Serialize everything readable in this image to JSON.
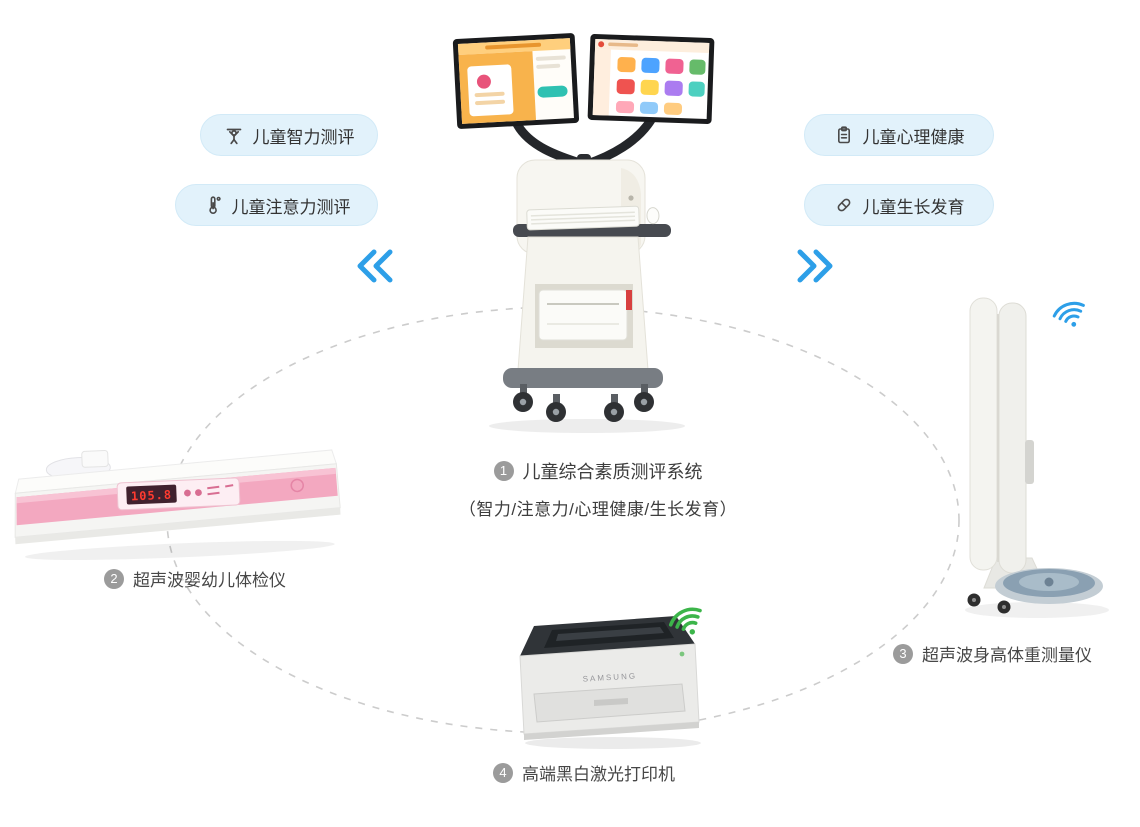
{
  "diagram": {
    "feature_pills": {
      "left": [
        {
          "label": "儿童智力测评",
          "icon": "child-intelligence-icon"
        },
        {
          "label": "儿童注意力测评",
          "icon": "thermometer-icon"
        }
      ],
      "right": [
        {
          "label": "儿童心理健康",
          "icon": "clipboard-icon"
        },
        {
          "label": "儿童生长发育",
          "icon": "capsule-icon"
        }
      ]
    },
    "captions": {
      "main": {
        "num": "1",
        "title": "儿童综合素质测评系统",
        "subtitle": "（智力/注意力/心理健康/生长发育）"
      },
      "infant": {
        "num": "2",
        "title": "超声波婴幼儿体检仪"
      },
      "height": {
        "num": "3",
        "title": "超声波身高体重测量仪"
      },
      "printer": {
        "num": "4",
        "title": "高端黑白激光打印机"
      }
    },
    "devices": {
      "infant_display": "105.8",
      "printer_brand": "SAMSUNG"
    },
    "colors": {
      "accent_blue": "#2d9fe8",
      "pill_bg": "#e2f2fb",
      "ellipse_stroke": "#cccccc",
      "badge_gray": "#9b9b9b",
      "wifi_green": "#3cb54a",
      "wifi_blue": "#2d9fe8",
      "device_pink": "#f2a6bd"
    }
  }
}
